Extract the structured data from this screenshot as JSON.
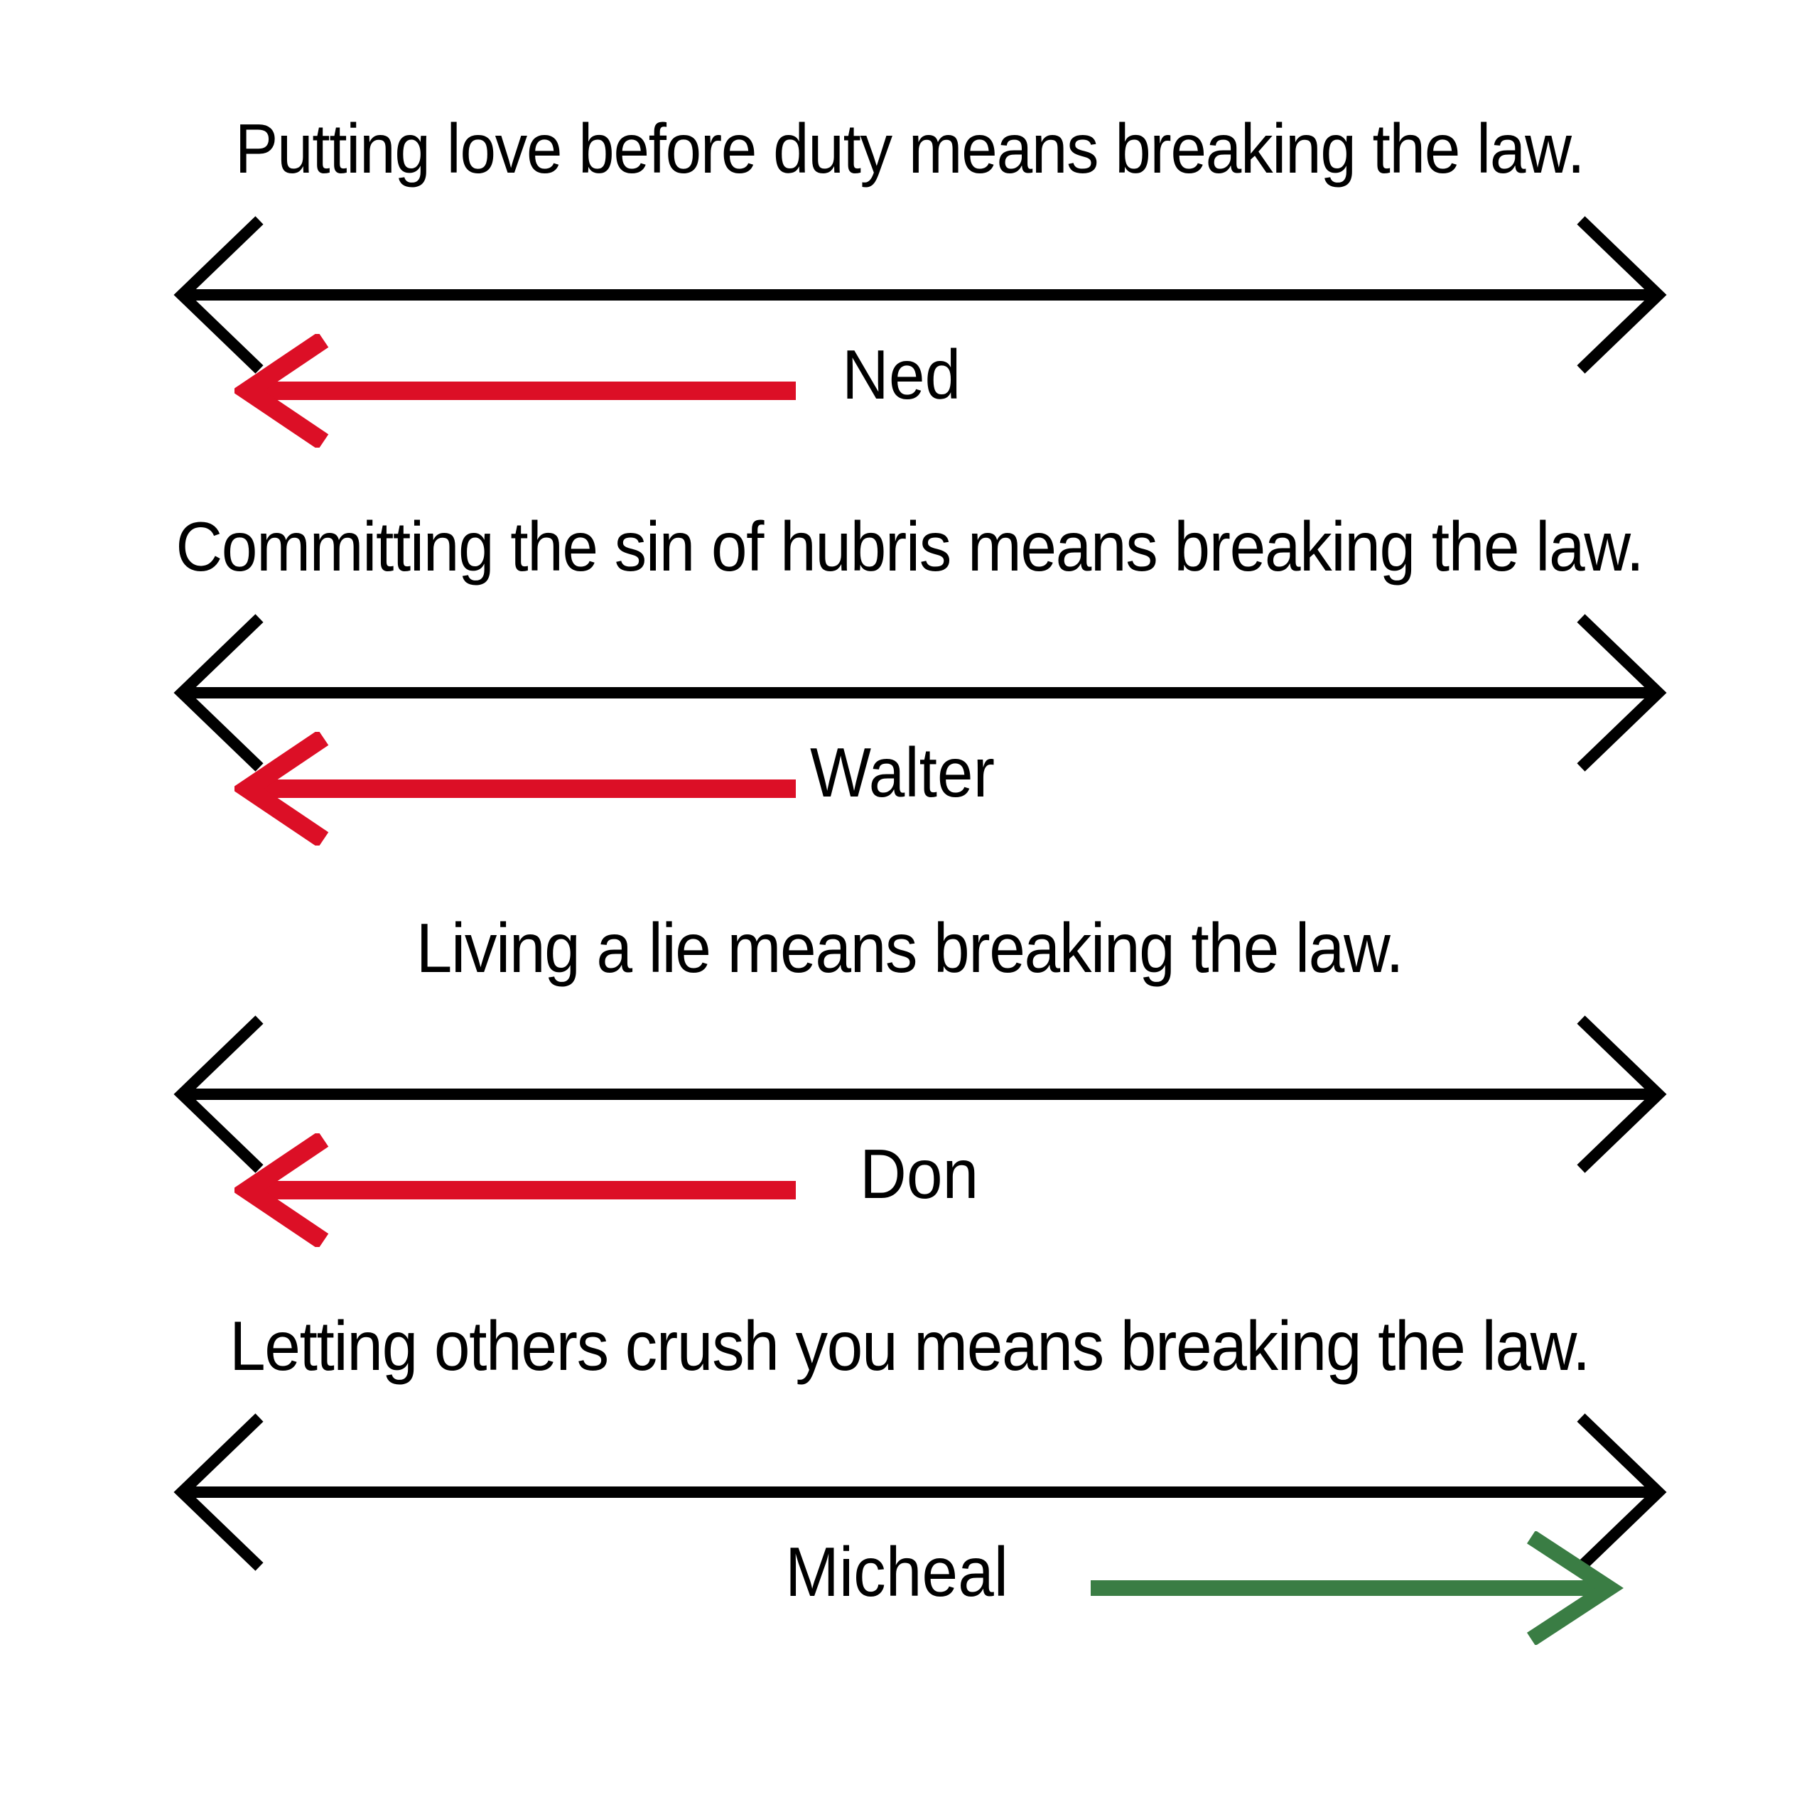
{
  "diagram": {
    "background_color": "#ffffff",
    "title_color": "#000000",
    "range_arrow_color": "#000000",
    "negative_arrow_color": "#DC0F26",
    "positive_arrow_color": "#3A7D44",
    "rows": [
      {
        "statement": "Putting love before duty means breaking the law.",
        "actor": "Ned",
        "direction": "left",
        "arrow_color": "#DC0F26",
        "arrow_name": "red-left-arrow"
      },
      {
        "statement": "Committing the sin of hubris means breaking the law.",
        "actor": "Walter",
        "direction": "left",
        "arrow_color": "#DC0F26",
        "arrow_name": "red-left-arrow"
      },
      {
        "statement": "Living a lie means breaking the law.",
        "actor": "Don",
        "direction": "left",
        "arrow_color": "#DC0F26",
        "arrow_name": "red-left-arrow"
      },
      {
        "statement": "Letting others crush you means breaking the law.",
        "actor": "Micheal",
        "direction": "right",
        "arrow_color": "#3A7D44",
        "arrow_name": "green-right-arrow"
      }
    ]
  }
}
